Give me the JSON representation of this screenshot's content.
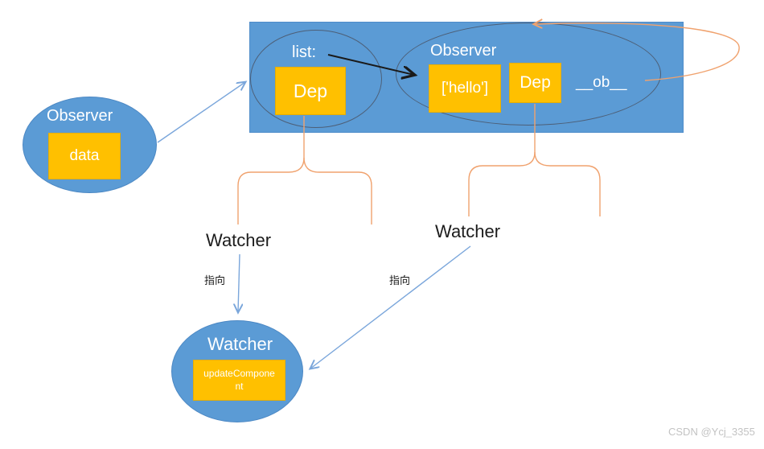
{
  "colors": {
    "shape_blue": "#5b9bd5",
    "box_gold": "#ffc000",
    "ellipse_outline": "#4d5f77",
    "orange_stroke": "#f0a26e",
    "blue_stroke": "#7aa6db",
    "black_stroke": "#1a1a1a",
    "watermark_gray": "#c3c3c3"
  },
  "main_rect": {
    "left_group": {
      "label": "list:",
      "dep_label": "Dep"
    },
    "right_group": {
      "title": "Observer",
      "value_label": "['hello']",
      "dep_label": "Dep",
      "ob_label": "__ob__"
    }
  },
  "observer_ellipse": {
    "title": "Observer",
    "box_label": "data"
  },
  "watcher_ellipse": {
    "title": "Watcher",
    "box_label": "updateComponent"
  },
  "float_labels": {
    "watcher_left": "Watcher",
    "watcher_right": "Watcher",
    "pointer_left": "指向",
    "pointer_right": "指向"
  },
  "watermark": "CSDN @Ycj_3355"
}
